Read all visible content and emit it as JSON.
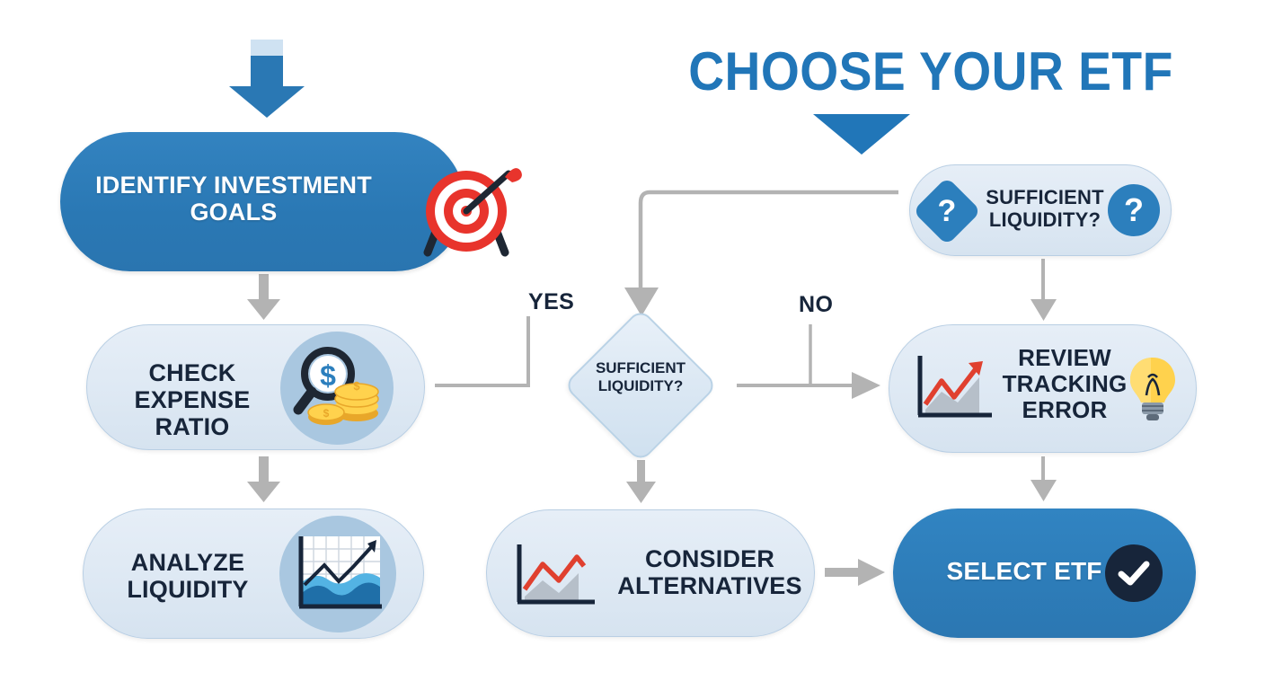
{
  "diagram": {
    "title": "CHOOSE YOUR ETF",
    "accent_blue": "#2176b8",
    "node_dark_blue": "#2a78b4",
    "node_light_blue": "#dde8f3",
    "node_border": "#b9cfe4",
    "text_dark": "#17253a",
    "connector_gray": "#b3b3b3",
    "icon_disc": "#a9c7e0"
  },
  "nodes": {
    "identify_goals": {
      "label": "IDENTIFY INVESTMENT\nGOALS",
      "icon": "target-icon",
      "style": "dark"
    },
    "check_expense": {
      "label": "CHECK\nEXPENSE RATIO",
      "icon": "magnifier-dollar-coins-icon",
      "style": "light"
    },
    "analyze_liquidity": {
      "label": "ANALYZE\nLIQUIDITY",
      "icon": "area-chart-icon",
      "style": "light"
    },
    "sufficient_liquidity_pill": {
      "label": "SUFFICIENT\nLIQUIDITY?",
      "icon_left": "question-diamond-icon",
      "icon_right": "question-circle-icon",
      "style": "light"
    },
    "sufficient_liquidity_decision": {
      "label": "SUFFICIENT\nLIQUIDITY?",
      "shape": "diamond"
    },
    "review_tracking_error": {
      "label": "REVIEW\nTRACKING\nERROR",
      "icon_left": "trend-up-chart-icon",
      "icon_right": "lightbulb-icon",
      "style": "light"
    },
    "consider_alternatives": {
      "label": "CONSIDER\nALTERNATIVES",
      "icon_left": "red-line-chart-icon",
      "style": "light"
    },
    "select_etf": {
      "label": "SELECT ETF",
      "icon": "check-circle-icon",
      "style": "solid"
    }
  },
  "edges": {
    "yes_label": "YES",
    "no_label": "NO",
    "question_mark": "?"
  }
}
